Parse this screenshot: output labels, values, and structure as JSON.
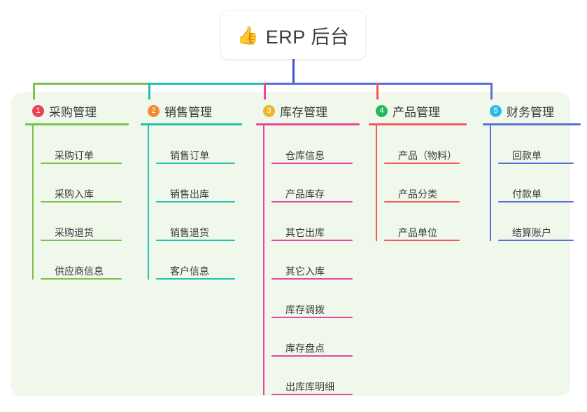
{
  "diagram": {
    "type": "mindmap-tree",
    "background_color": "#ffffff",
    "panel_color": "#eff8ea",
    "root": {
      "icon": "thumbs-up-icon",
      "emoji": "👍",
      "title": "ERP 后台",
      "card_color": "#ffffff",
      "connector_color": "#4355c7"
    },
    "branches": [
      {
        "index": "1",
        "badge_glyph": "1",
        "badge_color": "#ef3f5a",
        "line_color": "#79c050",
        "title": "采购管理",
        "items": [
          "采购订单",
          "采购入库",
          "采购退货",
          "供应商信息"
        ]
      },
      {
        "index": "2",
        "badge_glyph": "2",
        "badge_color": "#f08c36",
        "line_color": "#25bfb4",
        "title": "销售管理",
        "items": [
          "销售订单",
          "销售出库",
          "销售退货",
          "客户信息"
        ]
      },
      {
        "index": "3",
        "badge_glyph": "3",
        "badge_color": "#f0b429",
        "line_color": "#e8479b",
        "title": "库存管理",
        "items": [
          "仓库信息",
          "产品库存",
          "其它出库",
          "其它入库",
          "库存调拨",
          "库存盘点",
          "出库库明细"
        ]
      },
      {
        "index": "4",
        "badge_glyph": "4",
        "badge_color": "#23b859",
        "line_color": "#f4575c",
        "title": "产品管理",
        "items": [
          "产品（物料）",
          "产品分类",
          "产品单位"
        ]
      },
      {
        "index": "5",
        "badge_glyph": "5",
        "badge_color": "#2eb8ea",
        "line_color": "#5a70d6",
        "title": "财务管理",
        "items": [
          "回款单",
          "付款单",
          "结算账户"
        ]
      }
    ]
  }
}
